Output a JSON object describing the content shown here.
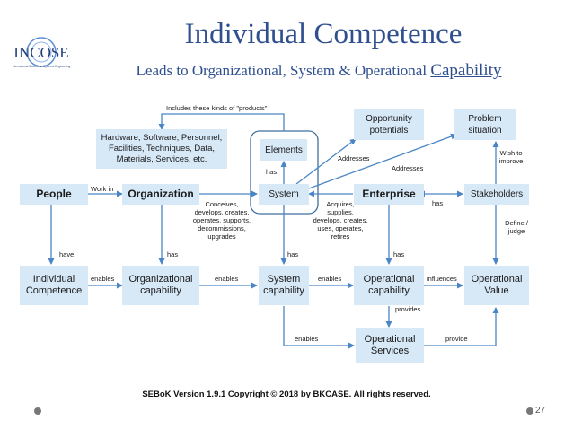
{
  "slide": {
    "title": "Individual Competence",
    "subtitle_prefix": "Leads to Organizational, System & Operational ",
    "subtitle_emphasis": "Capability",
    "logo_text": "INCOSE",
    "logo_tagline": "International Council on Systems Engineering",
    "footer": "SEBoK  Version 1.9.1  Copyright © 2018 by BKCASE. All rights reserved.",
    "page_number": "27"
  },
  "nodes": {
    "products": "Hardware, Software, Personnel, Facilities, Techniques, Data, Materials, Services, etc.",
    "elements": "Elements",
    "opportunity": "Opportunity potentials",
    "problem": "Problem situation",
    "people": "People",
    "organization": "Organization",
    "system": "System",
    "enterprise": "Enterprise",
    "stakeholders": "Stakeholders",
    "individual_competence": "Individual Competence",
    "org_capability": "Organizational capability",
    "system_capability": "System capability",
    "op_capability": "Operational capability",
    "op_value": "Operational Value",
    "op_services": "Operational Services"
  },
  "labels": {
    "includes": "Includes these kinds of \"products\"",
    "work_in": "Work in",
    "conceives": "Conceives, develops, creates, operates, supports, decommissions, upgrades",
    "has_elements": "has",
    "addresses1": "Addresses",
    "addresses2": "Addresses",
    "wish": "Wish to improve",
    "acquires": "Acquires, supplies, develops, creates, uses, operates, retires",
    "has_stakeholders": "has",
    "define": "Define / judge",
    "have": "have",
    "has_org": "has",
    "has_sys": "has",
    "has_ent": "has",
    "enables1": "enables",
    "enables2": "enables",
    "enables3": "enables",
    "influences": "influences",
    "provides": "provides",
    "enables4": "enables",
    "provide": "provide"
  },
  "colors": {
    "box_fill": "#d7e8f7",
    "arrow": "#4a86c5",
    "title": "#2f4f8f"
  }
}
